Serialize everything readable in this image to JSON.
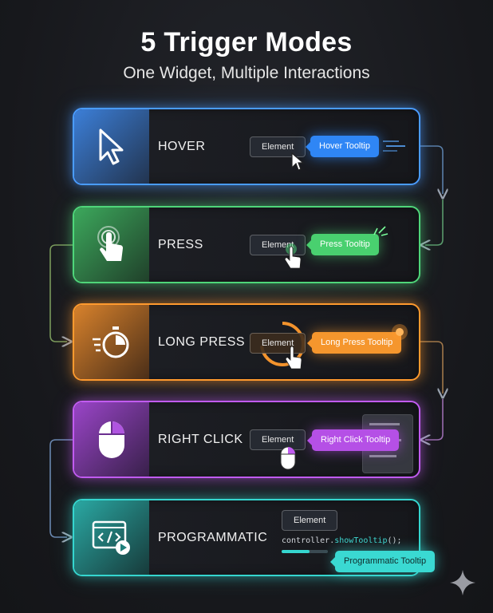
{
  "header": {
    "title": "5 Trigger Modes",
    "subtitle": "One Widget, Multiple Interactions"
  },
  "modes": [
    {
      "label": "HOVER",
      "element": "Element",
      "tooltip": "Hover Tooltip",
      "icon": "cursor-arrow-icon",
      "color": "#4a9cff"
    },
    {
      "label": "PRESS",
      "element": "Element",
      "tooltip": "Press Tooltip",
      "icon": "tap-finger-icon",
      "color": "#4fd67a"
    },
    {
      "label": "LONG PRESS",
      "element": "Element",
      "tooltip": "Long Press Tooltip",
      "icon": "stopwatch-icon",
      "color": "#ff9a2e"
    },
    {
      "label": "RIGHT CLICK",
      "element": "Element",
      "tooltip": "Right Click Tooltip",
      "icon": "mouse-right-click-icon",
      "color": "#c15bf0"
    },
    {
      "label": "PROGRAMMATIC",
      "element": "Element",
      "tooltip": "Programmatic Tooltip",
      "icon": "code-window-icon",
      "color": "#35d6cf",
      "code_object": "controller.",
      "code_method": "showTooltip",
      "code_tail": "();"
    }
  ]
}
